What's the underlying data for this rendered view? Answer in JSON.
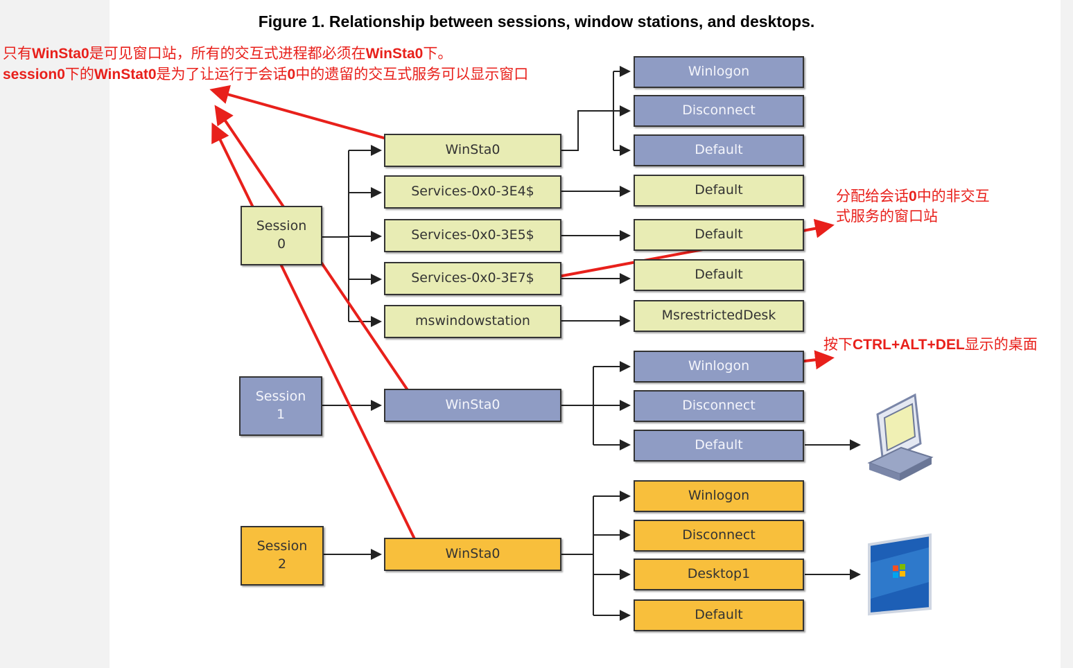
{
  "figure": {
    "title": "Figure 1. Relationship between sessions, window stations, and desktops."
  },
  "sessions": [
    {
      "label": "Session\n0",
      "color": "#e8ecb4"
    },
    {
      "label": "Session\n1",
      "color": "#8f9cc4"
    },
    {
      "label": "Session\n2",
      "color": "#f8bf3c"
    }
  ],
  "window_stations": [
    {
      "label": "WinSta0",
      "session": 0
    },
    {
      "label": "Services-0x0-3E4$",
      "session": 0
    },
    {
      "label": "Services-0x0-3E5$",
      "session": 0
    },
    {
      "label": "Services-0x0-3E7$",
      "session": 0
    },
    {
      "label": "mswindowstation",
      "session": 0
    },
    {
      "label": "WinSta0",
      "session": 1
    },
    {
      "label": "WinSta0",
      "session": 2
    }
  ],
  "desktops": [
    {
      "label": "Winlogon",
      "station": 0,
      "color": "#8f9cc4"
    },
    {
      "label": "Disconnect",
      "station": 0,
      "color": "#8f9cc4"
    },
    {
      "label": "Default",
      "station": 0,
      "color": "#8f9cc4"
    },
    {
      "label": "Default",
      "station": 1,
      "color": "#e8ecb4"
    },
    {
      "label": "Default",
      "station": 2,
      "color": "#e8ecb4"
    },
    {
      "label": "Default",
      "station": 3,
      "color": "#e8ecb4"
    },
    {
      "label": "MsrestrictedDesk",
      "station": 4,
      "color": "#e8ecb4"
    },
    {
      "label": "Winlogon",
      "station": 5,
      "color": "#8f9cc4"
    },
    {
      "label": "Disconnect",
      "station": 5,
      "color": "#8f9cc4"
    },
    {
      "label": "Default",
      "station": 5,
      "color": "#8f9cc4"
    },
    {
      "label": "Winlogon",
      "station": 6,
      "color": "#f8bf3c"
    },
    {
      "label": "Disconnect",
      "station": 6,
      "color": "#f8bf3c"
    },
    {
      "label": "Desktop1",
      "station": 6,
      "color": "#f8bf3c"
    },
    {
      "label": "Default",
      "station": 6,
      "color": "#f8bf3c"
    }
  ],
  "annotations": {
    "color": "#e8201b",
    "winsta0_line1": "只有WinSta0是可见窗口站，所有的交互式进程都必须在WinSta0下。",
    "winsta0_line2": "session0下的WinStat0是为了让运行于会话0中的遗留的交互式服务可以显示窗口",
    "services_line1": "分配给会话0中的非交互",
    "services_line2": "式服务的窗口站",
    "ctrl_alt_del": "按下CTRL+ALT+DEL显示的桌面"
  },
  "icons": [
    "computer-icon",
    "windows-screen-icon"
  ]
}
